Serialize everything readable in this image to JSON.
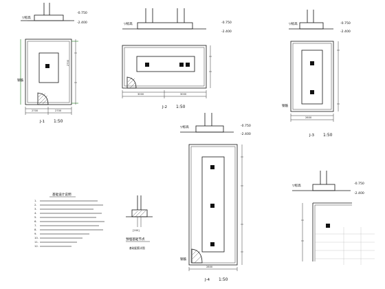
{
  "drawings": {
    "j1": {
      "title": "J-1",
      "scale": "1:50",
      "top_elev": "-0.750",
      "bot_elev": "-2.400",
      "dims_bottom": [
        "2700",
        "2700"
      ]
    },
    "j2": {
      "title": "J-2",
      "scale": "1:50",
      "top_elev": "-0.750",
      "bot_elev": "-2.400"
    },
    "j3": {
      "title": "J-3",
      "scale": "1:50",
      "top_elev": "-0.750",
      "bot_elev": "-2.400"
    },
    "j4": {
      "title": "J-4",
      "scale": "1:50",
      "top_elev": "-0.750",
      "bot_elev": "-2.400"
    },
    "j5": {
      "top_elev": "-0.750",
      "bot_elev": "-2.400"
    }
  },
  "notes": {
    "heading": "基础设计说明",
    "items": [
      "1.",
      "2.",
      "3.",
      "4.",
      "5.",
      "6.",
      "7.",
      "8.",
      "9.",
      "10.",
      "11.",
      "12."
    ]
  },
  "detail": {
    "label": "[200]",
    "caption": "预埋基础节点",
    "subcaption": "基础配筋详图"
  }
}
